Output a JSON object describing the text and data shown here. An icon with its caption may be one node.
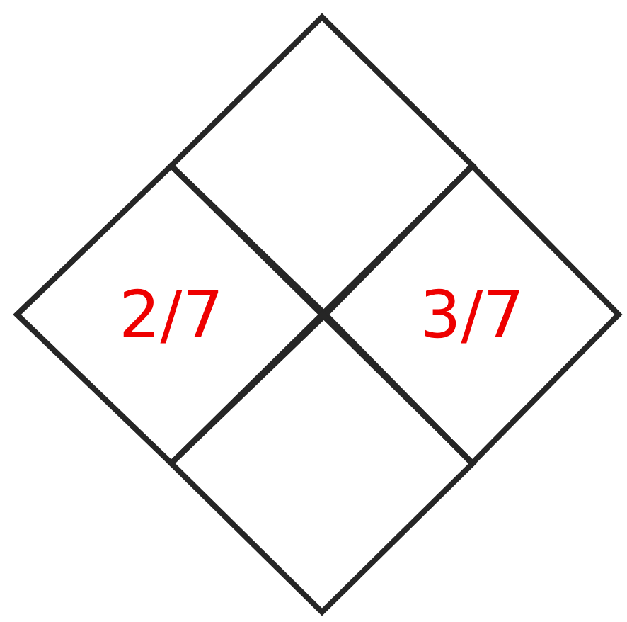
{
  "diagram": {
    "nodes": [
      {
        "text": [],
        "shape": "diamond"
      },
      {
        "text": [
          "2/7"
        ]
      },
      {
        "text": [
          "3/7"
        ]
      },
      {
        "text": [],
        "shape": "diamond"
      }
    ]
  }
}
